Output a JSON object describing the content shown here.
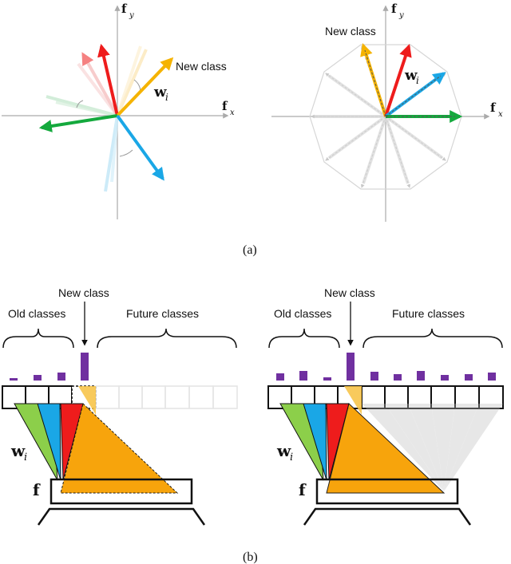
{
  "colors": {
    "red": "#ee1c1c",
    "orange": "#f5b300",
    "blue": "#1aa7e6",
    "green": "#14a93d",
    "purple": "#7030a0",
    "triangle_orange": "#f7a000",
    "axis": "#aaaaaa"
  },
  "panel_a": {
    "left": {
      "axis_y_label": "f",
      "axis_y_sub": "y",
      "axis_x_label": "f",
      "axis_x_sub": "x",
      "new_class_label": "New class",
      "weight_label": "w",
      "weight_sub": "i"
    },
    "right": {
      "axis_y_label": "f",
      "axis_y_sub": "y",
      "axis_x_label": "f",
      "axis_x_sub": "x",
      "new_class_label": "New class",
      "weight_label": "w",
      "weight_sub": "i"
    },
    "caption": "(a)"
  },
  "panel_b": {
    "left": {
      "old_classes_label": "Old classes",
      "future_classes_label": "Future classes",
      "new_class_label": "New class",
      "weight_label": "w",
      "weight_sub": "i",
      "feature_label": "f"
    },
    "right": {
      "old_classes_label": "Old classes",
      "future_classes_label": "Future classes",
      "new_class_label": "New class",
      "weight_label": "w",
      "weight_sub": "i",
      "feature_label": "f"
    },
    "caption": "(b)"
  }
}
